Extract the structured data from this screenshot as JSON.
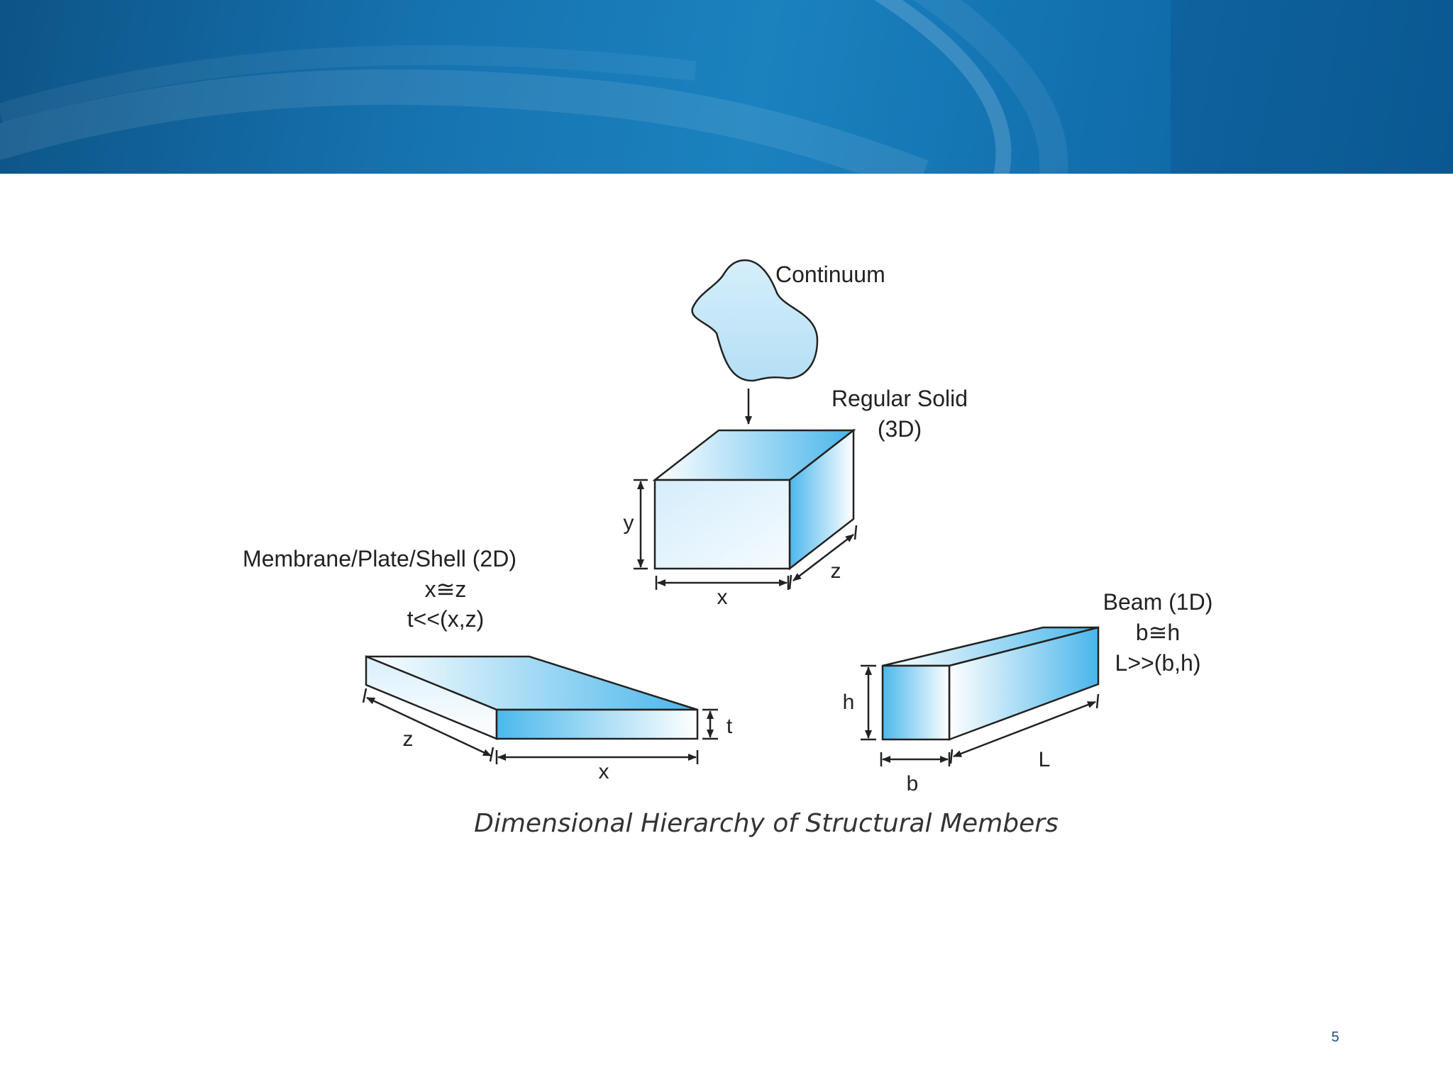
{
  "diagram": {
    "continuum": {
      "label": "Continuum"
    },
    "regular_solid": {
      "title": "Regular Solid",
      "subtitle": "(3D)",
      "dim_x": "x",
      "dim_y": "y",
      "dim_z": "z"
    },
    "membrane": {
      "title": "Membrane/Plate/Shell (2D)",
      "relation1": "x≅z",
      "relation2": "t<<(x,z)",
      "dim_z": "z",
      "dim_x": "x",
      "dim_t": "t"
    },
    "beam": {
      "title": "Beam (1D)",
      "relation1": "b≅h",
      "relation2": "L>>(b,h)",
      "dim_h": "h",
      "dim_b": "b",
      "dim_L": "L"
    },
    "caption": "Dimensional Hierarchy of Structural Members",
    "colors": {
      "fill_light": "#eaf6fe",
      "fill_accent": "#4bb8ec",
      "stroke": "#222222"
    }
  },
  "page_number": "5"
}
